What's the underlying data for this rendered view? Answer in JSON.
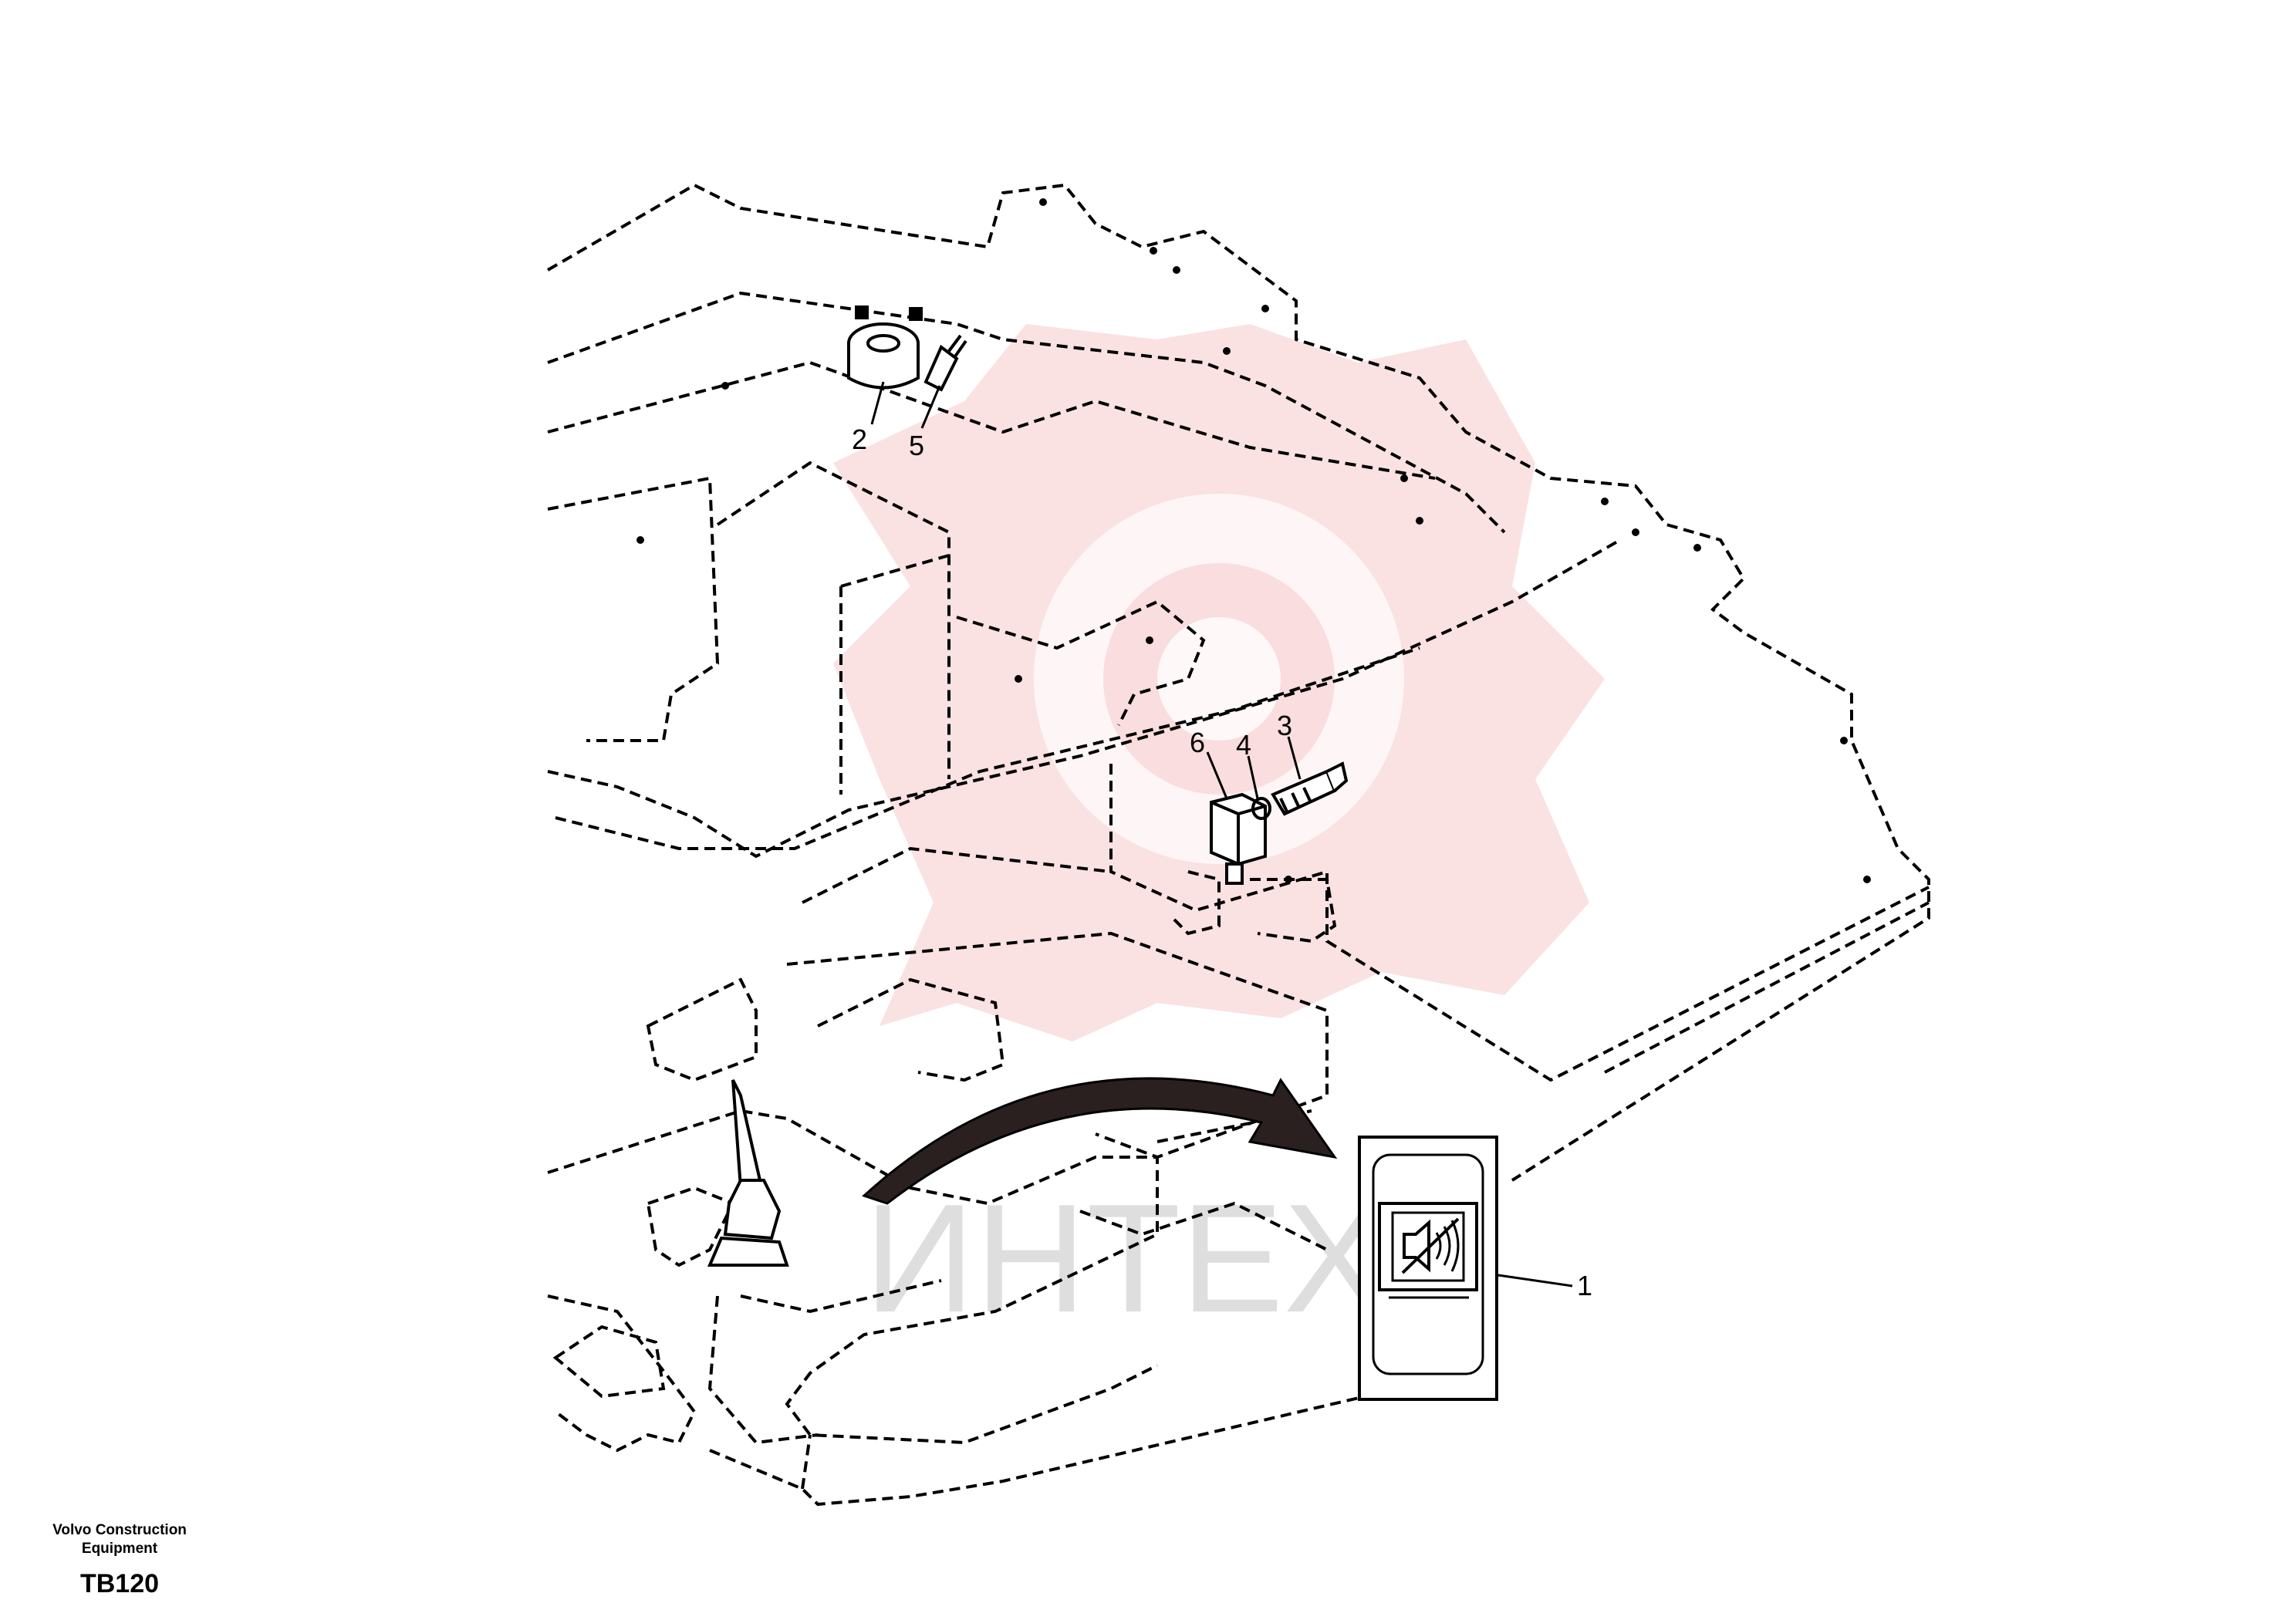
{
  "callouts": [
    "1",
    "2",
    "3",
    "4",
    "5",
    "6"
  ],
  "watermark": "ИНТЕХ",
  "footer": {
    "line1": "Volvo Construction",
    "line2": "Equipment",
    "code": "TB120"
  },
  "colors": {
    "line": "#000000",
    "watermark_red": "#f6c9cb",
    "watermark_grey": "#d6d6d6",
    "arrow": "#2a2020"
  },
  "icons": [
    "mute-speaker-icon"
  ]
}
